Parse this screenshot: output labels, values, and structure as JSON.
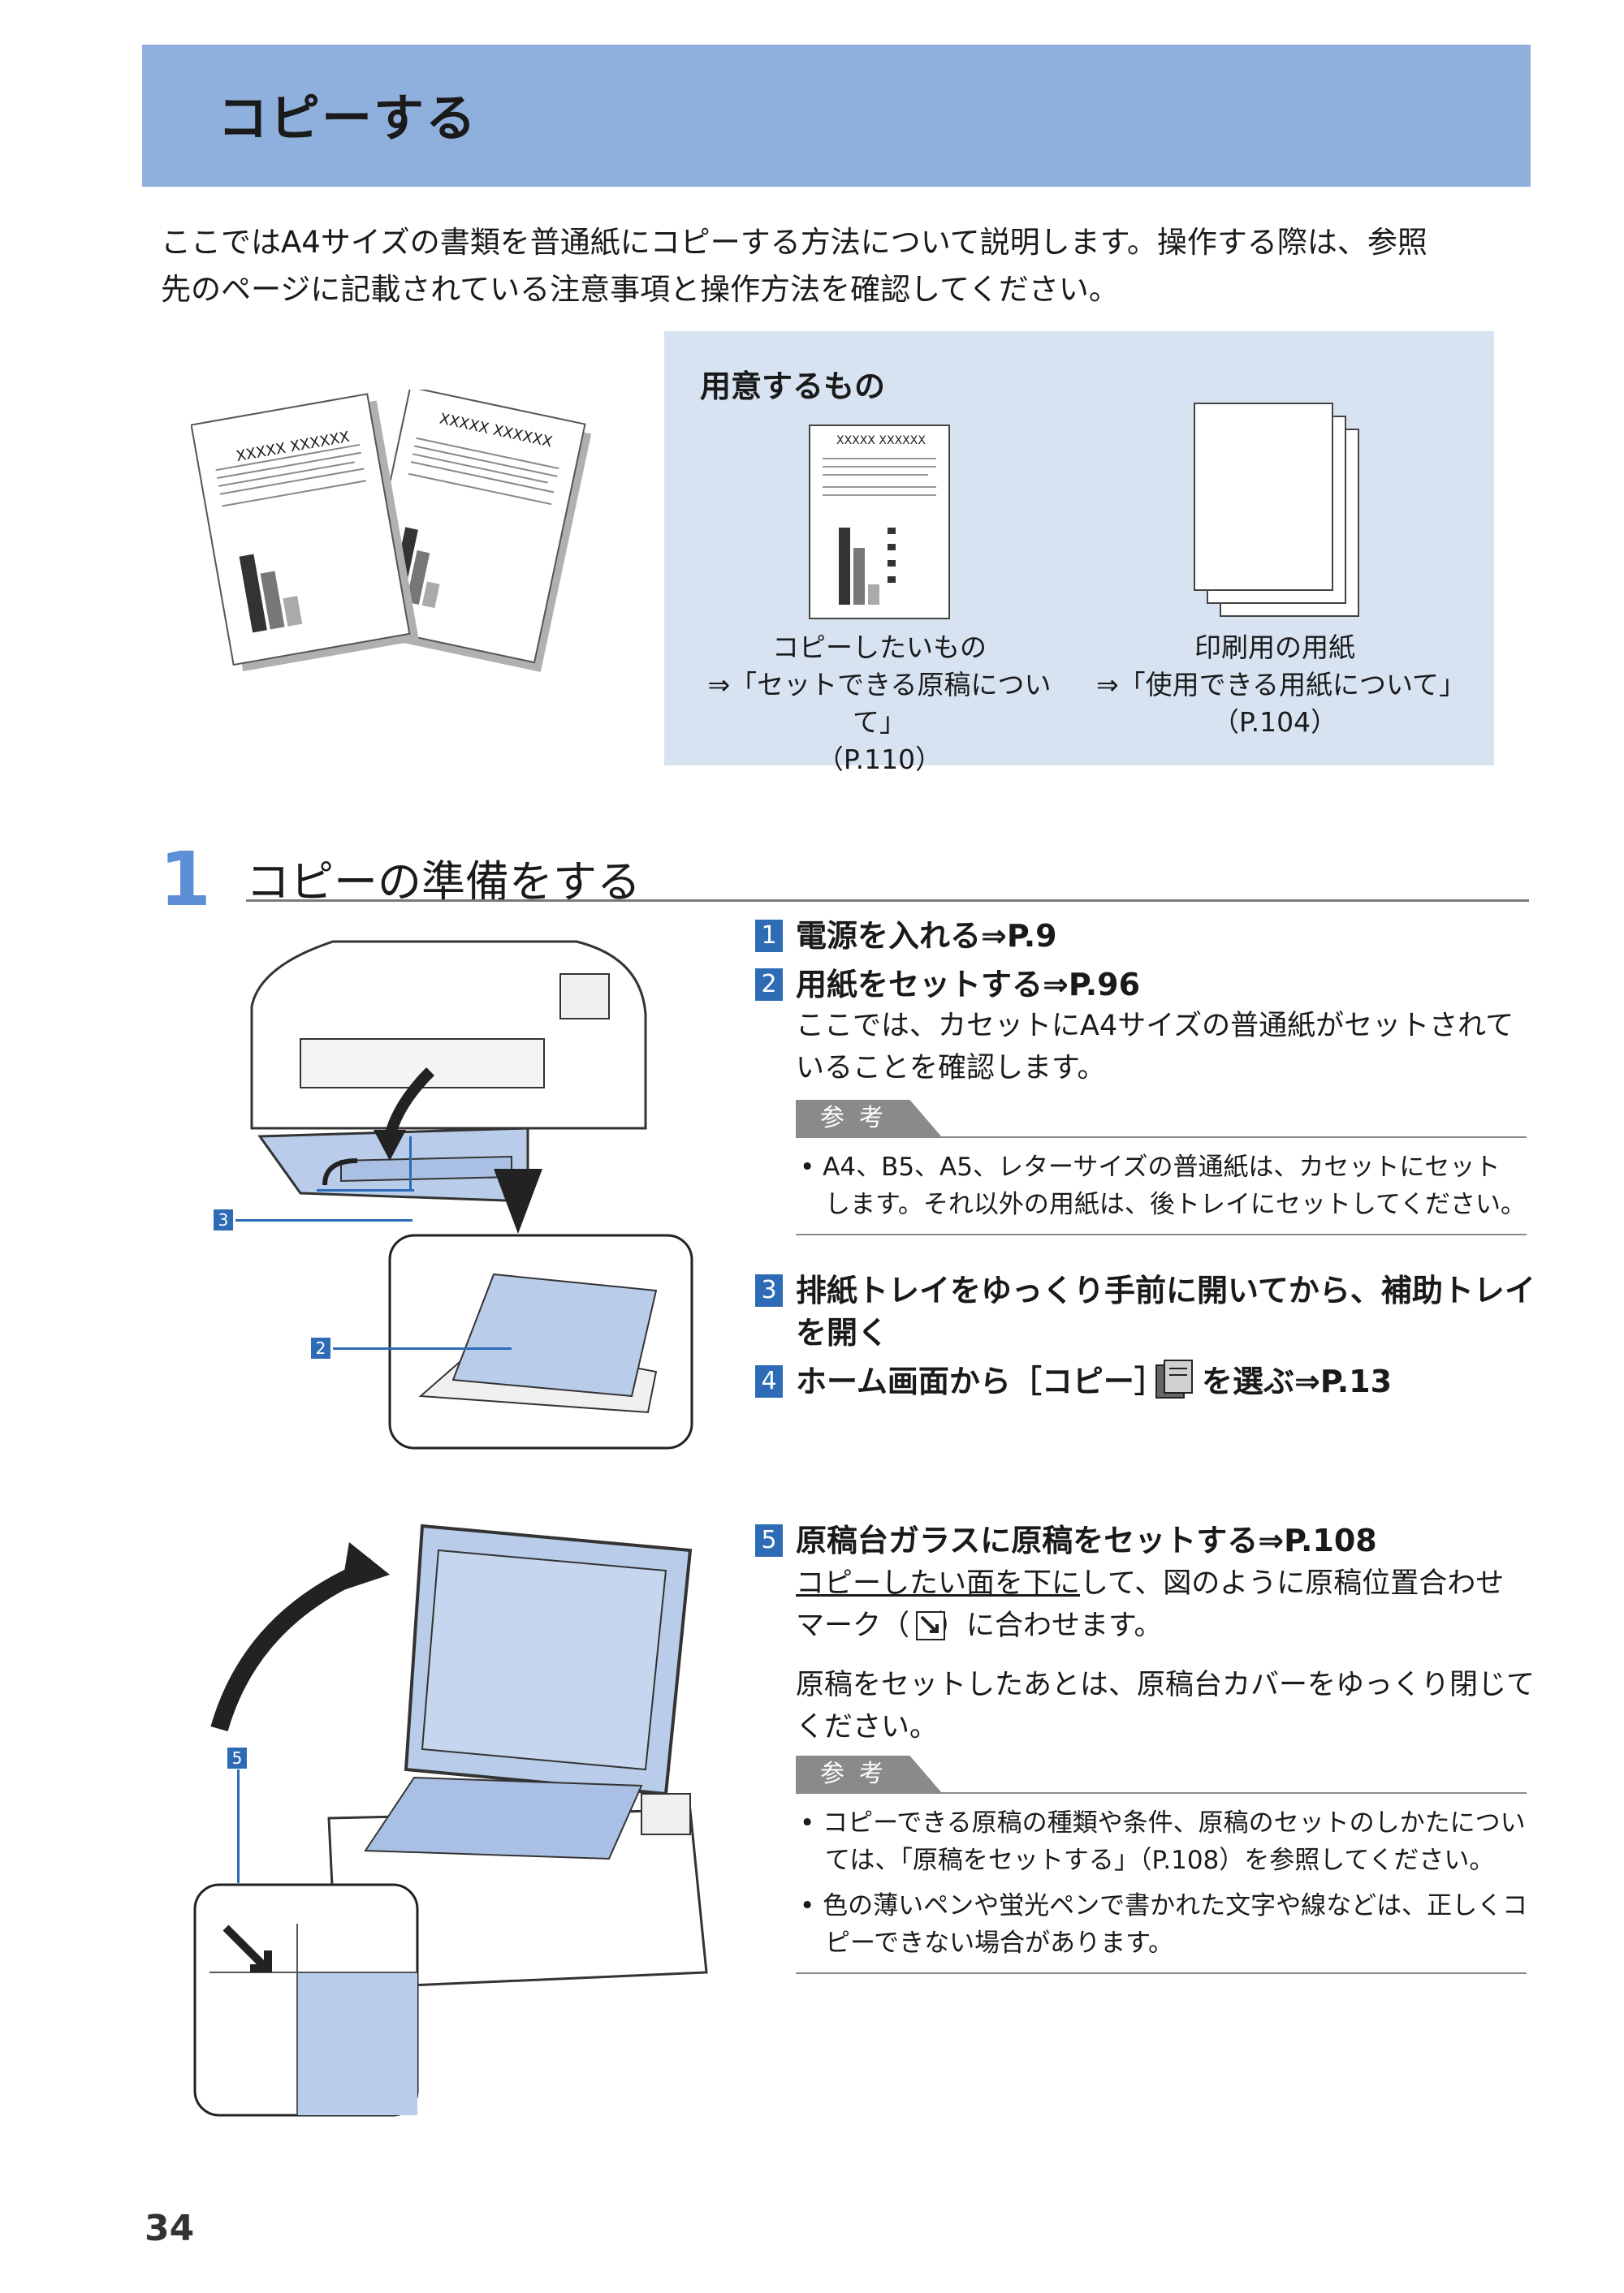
{
  "page": {
    "title": "コピーする",
    "intro_line1": "ここではA4サイズの書類を普通紙にコピーする方法について説明します。操作する際は、参照",
    "intro_line2": "先のページに記載されている注意事項と操作方法を確認してください。",
    "page_number": "34"
  },
  "prep": {
    "heading": "用意するもの",
    "doc_header": "XXXXX XXXXXX",
    "left_caption": [
      "コピーしたいもの",
      "⇒「セットできる原稿について」",
      "（P.110）"
    ],
    "right_caption": [
      "印刷用の用紙",
      "⇒「使用できる用紙について」",
      "（P.104）"
    ]
  },
  "section": {
    "number": "1",
    "title": "コピーの準備をする"
  },
  "steps": {
    "s1_num": "1",
    "s1_text": "電源を入れる⇒P.9",
    "s2_num": "2",
    "s2_text": "用紙をセットする⇒P.96",
    "s2_desc1": "ここでは、カセットにA4サイズの普通紙がセットされて",
    "s2_desc2": "いることを確認します。",
    "s3_num": "3",
    "s3_text1": "排紙トレイをゆっくり手前に開いてから、補助トレイ",
    "s3_text2": "を開く",
    "s4_num": "4",
    "s4_text_a": "ホーム画面から［コピー］",
    "s4_text_b": "を選ぶ⇒P.13",
    "s5_num": "5",
    "s5_text": "原稿台ガラスに原稿をセットする⇒P.108",
    "s5_desc1_u": "コピーしたい面を下に",
    "s5_desc1_rest": "して、図のように原稿位置合わせ",
    "s5_desc2": "マーク（　）に合わせます。",
    "s5_desc3": "原稿をセットしたあとは、原稿台カバーをゆっくり閉じて",
    "s5_desc4": "ください。"
  },
  "notes": {
    "tag": "参考",
    "note1": [
      "• A4、B5、A5、レターサイズの普通紙は、カセットにセット",
      "　します。それ以外の用紙は、後トレイにセットしてください。"
    ],
    "note2a": [
      "• コピーできる原稿の種類や条件、原稿のセットのしかたについ",
      "　ては、「原稿をセットする」（P.108）を参照してください。"
    ],
    "note2b": [
      "• 色の薄いペンや蛍光ペンで書かれた文字や線などは、正しくコ",
      "　ピーできない場合があります。"
    ]
  },
  "callouts": {
    "c3": "3",
    "c2": "2",
    "c5": "5"
  },
  "colors": {
    "title_bar": "#8fb0dc",
    "prep_box": "#d8e3f2",
    "badge": "#2d6cb5",
    "accent_num": "#5c8fd6",
    "paper_blue": "#b9cdea"
  }
}
